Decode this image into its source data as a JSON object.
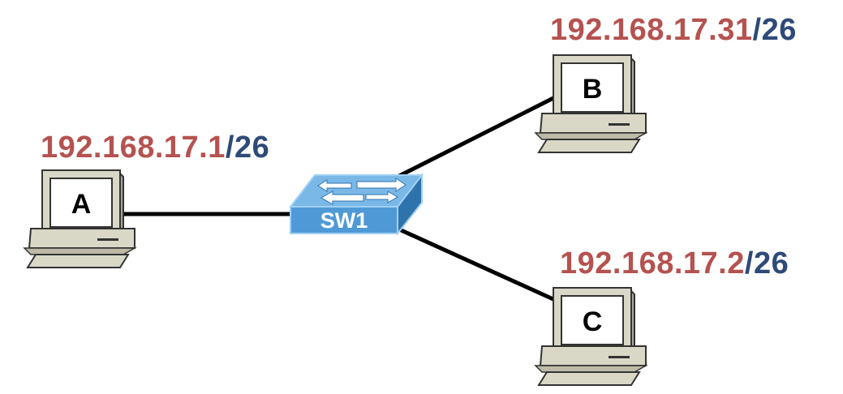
{
  "diagram": {
    "switch": {
      "label": "SW1",
      "color": "#4f9ad6"
    },
    "hosts": [
      {
        "id": "A",
        "label": "A",
        "ip": "192.168.17.1",
        "mask": "/26"
      },
      {
        "id": "B",
        "label": "B",
        "ip": "192.168.17.31",
        "mask": "/26"
      },
      {
        "id": "C",
        "label": "C",
        "ip": "192.168.17.2",
        "mask": "/26"
      }
    ],
    "links": [
      {
        "from": "A",
        "to": "SW1"
      },
      {
        "from": "SW1",
        "to": "B"
      },
      {
        "from": "SW1",
        "to": "C"
      }
    ],
    "colors": {
      "ip": "#b5524f",
      "mask": "#2e4a78",
      "link": "#000000",
      "pc_body": "#d9d7c6"
    }
  }
}
